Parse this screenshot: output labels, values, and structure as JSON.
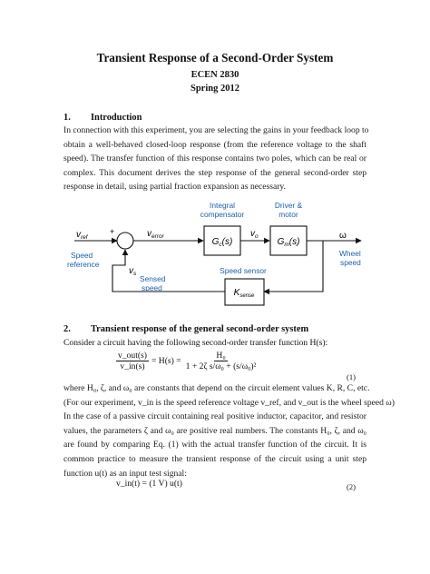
{
  "doc": {
    "title": "Transient Response of a Second-Order System",
    "course": "ECEN 2830",
    "term": "Spring 2012"
  },
  "section1": {
    "number": "1.",
    "heading": "Introduction",
    "lines": [
      "In connection with this experiment, you are selecting the gains in your feedback loop to",
      "obtain a well-behaved closed-loop response (from the reference voltage to the shaft",
      "speed). The transfer function of this response contains two poles, which can be real or",
      "complex. This document derives the step response of the general second-order step",
      "response in detail, using partial fraction expansion as necessary."
    ]
  },
  "diagram": {
    "integral_label_1": "Integral",
    "integral_label_2": "compensator",
    "driver_label_1": "Driver &",
    "driver_label_2": "motor",
    "vref": "v",
    "vref_sub": "ref",
    "speed_ref_1": "Speed",
    "speed_ref_2": "reference",
    "plus": "+",
    "minus": "−",
    "verror": "v",
    "verror_sub": "error",
    "gc": "G",
    "gc_sub": "c",
    "gc_arg": "(s)",
    "vo": "v",
    "vo_sub": "o",
    "gm": "G",
    "gm_sub": "m",
    "gm_arg": "(s)",
    "omega": "ω",
    "wheel_1": "Wheel",
    "wheel_2": "speed",
    "vs": "v",
    "vs_sub": "s",
    "sensed_1": "Sensed",
    "sensed_2": "speed",
    "sensor_label": "Speed sensor",
    "ksense": "K",
    "ksense_sub": "sense"
  },
  "section2": {
    "number": "2.",
    "heading": "Transient response of the general second-order system",
    "intro": "Consider a circuit having the following second-order transfer function H(s):",
    "eq1": {
      "num_left": "v_out(s)",
      "den_left": "v_in(s)",
      "mid": "= H(s) =",
      "num_right": "H₀",
      "den_right": "1 + 2ζ s/ω₀ + (s/ω₀)²",
      "number": "(1)"
    },
    "lines": [
      "where H₀, ζ, and ω₀ are constants that depend on the circuit element values K, R, C, etc.",
      "(For our experiment, v_in is the speed reference voltage v_ref, and v_out is the wheel speed ω)",
      "In the case of a passive circuit containing real positive inductor, capacitor, and resistor",
      "values, the parameters ζ and ω₀ are positive real numbers. The constants H₀, ζ, and ω₀",
      "are found by comparing Eq. (1) with the actual transfer function of the circuit. It is",
      "common practice to measure the transient response of the circuit using a unit step",
      "function u(t) as an input test signal:"
    ],
    "eq2": {
      "text": "v_in(t) = (1 V) u(t)",
      "number": "(2)"
    }
  }
}
